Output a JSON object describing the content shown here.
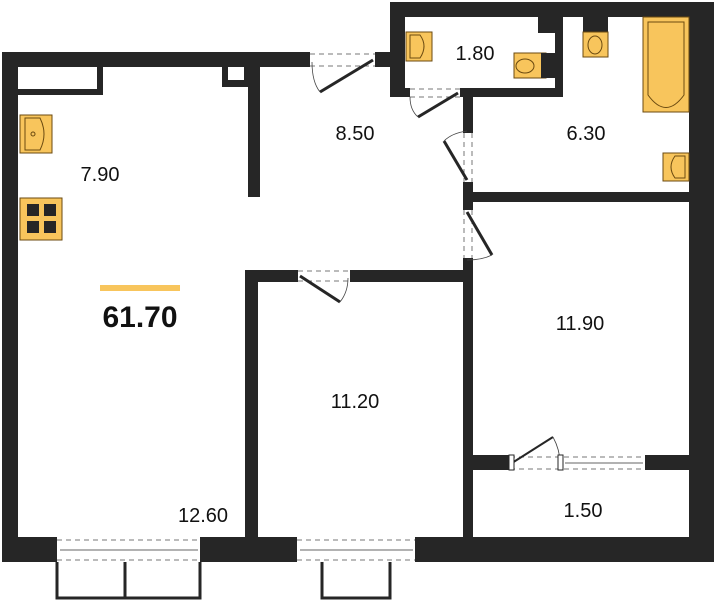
{
  "plan": {
    "total_area": "61.70",
    "accent_color": "#f8c55c",
    "rooms": {
      "kitchen": "7.90",
      "hall": "8.50",
      "wc": "1.80",
      "bathroom": "6.30",
      "living": "12.60",
      "bedroom1": "11.20",
      "bedroom2": "11.90",
      "balcony": "1.50"
    }
  }
}
